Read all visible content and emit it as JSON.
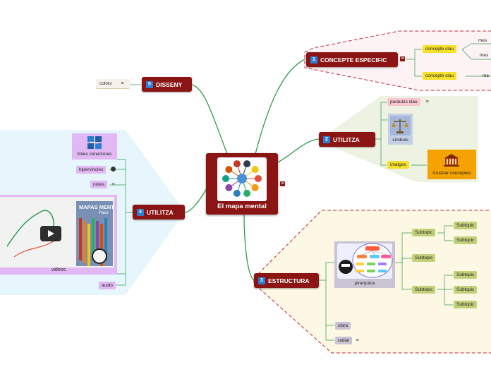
{
  "central": {
    "title": "El mapa mental"
  },
  "branches": {
    "concepte": {
      "number": "1",
      "label": "CONCEPTE ESPECIFIC",
      "children": [
        {
          "label": "concepte clau",
          "subs": [
            "mes",
            "mes"
          ]
        },
        {
          "label": "concepte clau",
          "subs": [
            "me"
          ]
        }
      ]
    },
    "utilitza2": {
      "number": "2",
      "label": "UTILITZA",
      "children": {
        "paraules": "paraules clau",
        "simbols": "símbols",
        "imatges": "imatges",
        "illustrar": "il.lustrar conceptes"
      }
    },
    "estructura": {
      "number": "3",
      "label": "ESTRUCTURA",
      "children": {
        "jerarquica": "jerarquica",
        "clara": "clara",
        "radial": "radial",
        "subtopic": "Subtopic"
      }
    },
    "utilitza4": {
      "number": "4",
      "label": "UTILITZA",
      "children": {
        "linies": "línies conectores",
        "hipervincles": "hipervincles",
        "notes": "notes",
        "videos": "videos",
        "audio": "audio"
      },
      "video_book": {
        "title_line1": "MAPAS MENT",
        "title_line2": "Paso"
      }
    },
    "disseny": {
      "number": "5",
      "label": "DISSENY",
      "children": {
        "colors": "colors"
      }
    }
  },
  "colors": {
    "main_node": "#8b1414",
    "number_badge": "#2a7fd4",
    "connector": "#2e9b4e",
    "region_pink_border": "#c0283c",
    "region_green": "#eef2e2",
    "region_yellow": "#fdf8e3",
    "region_blue": "#e6f6fc"
  }
}
